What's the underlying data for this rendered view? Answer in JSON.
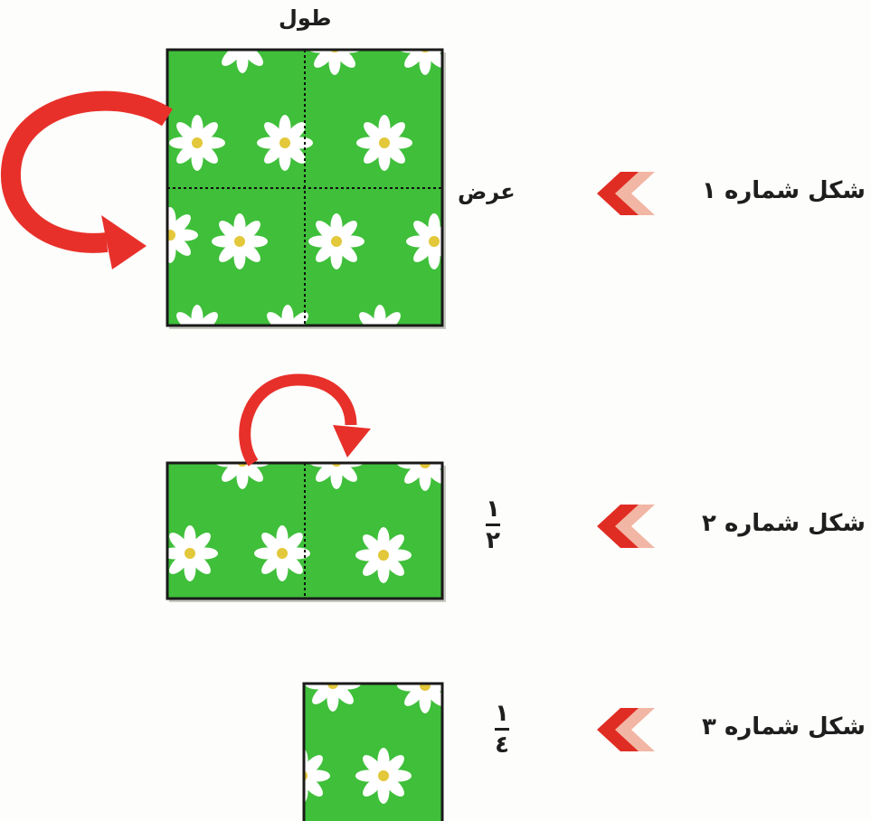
{
  "labels": {
    "length": "طول",
    "width": "عرض"
  },
  "figures": [
    {
      "label": "شکل شماره ۱"
    },
    {
      "label": "شکل شماره ۲",
      "fraction": {
        "numerator": "۱",
        "denominator": "۲"
      }
    },
    {
      "label": "شکل شماره ۳",
      "fraction": {
        "numerator": "۱",
        "denominator": "٤"
      }
    }
  ],
  "colors": {
    "paper_green": "#3fbf3a",
    "arrow_red": "#e8302a",
    "chevron_red": "#e02d24",
    "chevron_pink": "#f2b6a4",
    "flower_white": "#ffffff",
    "flower_center": "#e2c83a"
  },
  "icons": [
    "fold-arrow-icon",
    "chevron-left-icon",
    "flower-pattern"
  ]
}
